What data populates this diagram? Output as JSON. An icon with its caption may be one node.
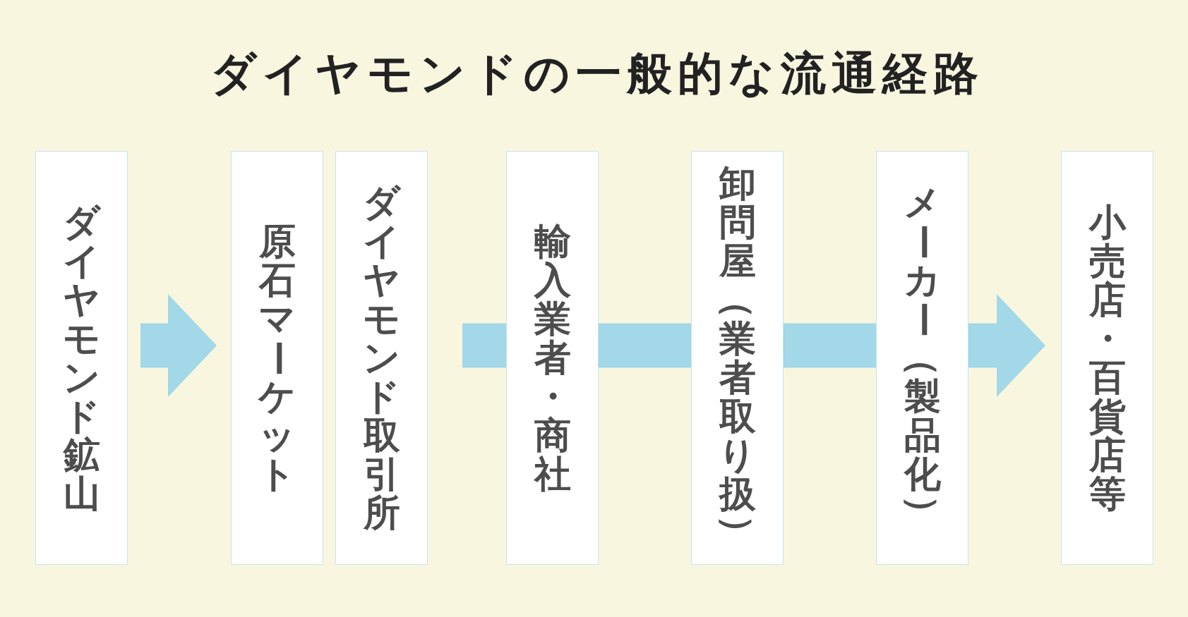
{
  "diagram": {
    "title": "ダイヤモンドの一般的な流通経路",
    "nodes": [
      {
        "text": [
          "ダイヤモンド鉱山"
        ]
      },
      {
        "text": [
          "原石マーケット"
        ]
      },
      {
        "text": [
          "ダイヤモンド取引所"
        ]
      },
      {
        "text": [
          "輸入業者・商社"
        ]
      },
      {
        "text": [
          "卸問屋（業者取り扱）"
        ]
      },
      {
        "text": [
          "メーカー（製品化）"
        ]
      },
      {
        "text": [
          "小売店・百貨店等"
        ]
      }
    ],
    "edges": [
      {
        "from": 0,
        "to": 1,
        "arrow": "to"
      },
      {
        "from": null,
        "to": 3,
        "arrow": "none"
      },
      {
        "from": 3,
        "to": 4,
        "arrow": "none"
      },
      {
        "from": 4,
        "to": 5,
        "arrow": "none"
      },
      {
        "from": 5,
        "to": 6,
        "arrow": "to"
      }
    ]
  }
}
